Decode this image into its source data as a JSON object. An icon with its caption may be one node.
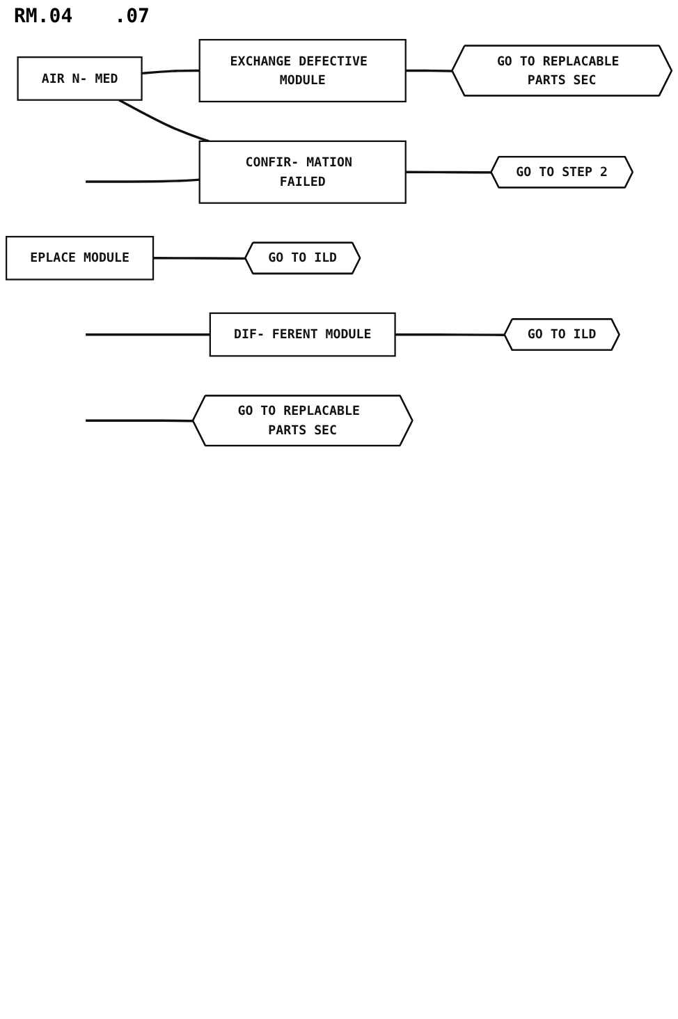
{
  "diagram": {
    "nodes": [
      {
        "text": [
          "AIR N- MED"
        ]
      },
      {
        "text": [
          "EXCHANGE DEFECTIVE MODULE"
        ]
      },
      {
        "text": [
          "GO TO REPLACABLE PARTS SEC"
        ]
      },
      {
        "text": [
          "CONFIR- MATION FAILED"
        ]
      },
      {
        "text": [
          "GO TO STEP 2"
        ]
      },
      {
        "text": [
          "EPLACE MODULE"
        ]
      },
      {
        "text": [
          "GO TO ILD"
        ]
      },
      {
        "text": [
          "DIF- FERENT MODULE"
        ]
      },
      {
        "text": [
          "GO TO ILD"
        ]
      },
      {
        "text": [
          "GO TO REPLACABLE PARTS SEC"
        ]
      }
    ],
    "edges": [
      {
        "from": 0,
        "to": 1,
        "arrow": "none"
      },
      {
        "from": 1,
        "to": 2,
        "arrow": "none"
      },
      {
        "from": 0,
        "to": 3,
        "arrow": "none"
      },
      {
        "from": null,
        "to": 3,
        "arrow": "none"
      },
      {
        "from": 3,
        "to": 4,
        "arrow": "none"
      },
      {
        "from": 5,
        "to": 6,
        "arrow": "none"
      },
      {
        "from": null,
        "to": 7,
        "arrow": "none"
      },
      {
        "from": 7,
        "to": 8,
        "arrow": "none"
      },
      {
        "from": null,
        "to": 9,
        "arrow": "none"
      }
    ],
    "labels": [
      "RM.04",
      ".07"
    ]
  }
}
